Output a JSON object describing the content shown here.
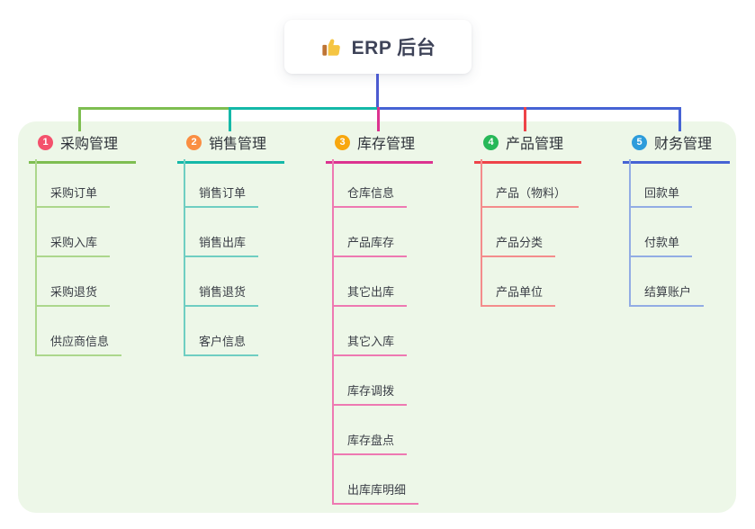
{
  "root": {
    "label": "ERP 后台",
    "icon": "thumbs-up-icon"
  },
  "colors": {
    "canvas_bg": "#ffffff",
    "panel_bg": "#EDF7E8",
    "card_bg": "#ffffff",
    "root_line": "#4C5BD0",
    "root_text": "#3E4358",
    "header_text": "#2F333A",
    "child_text": "#3A3E46",
    "badge_text": "#ffffff",
    "thumb_yellow": "#F5C543",
    "thumb_cuff": "#BE7434"
  },
  "branches": [
    {
      "badge": "1",
      "label": "采购管理",
      "badge_color": "#F4516C",
      "line_color": "#7EBE51",
      "child_line_color": "#ACD78C",
      "children": [
        "采购订单",
        "采购入库",
        "采购退货",
        "供应商信息"
      ]
    },
    {
      "badge": "2",
      "label": "销售管理",
      "badge_color": "#FA8E42",
      "line_color": "#14B8A8",
      "child_line_color": "#6FCEC2",
      "children": [
        "销售订单",
        "销售出库",
        "销售退货",
        "客户信息"
      ]
    },
    {
      "badge": "3",
      "label": "库存管理",
      "badge_color": "#F8A70E",
      "line_color": "#DC3390",
      "child_line_color": "#EE79B2",
      "children": [
        "仓库信息",
        "产品库存",
        "其它出库",
        "其它入库",
        "库存调拨",
        "库存盘点",
        "出库库明细"
      ]
    },
    {
      "badge": "4",
      "label": "产品管理",
      "badge_color": "#27B858",
      "line_color": "#EE4348",
      "child_line_color": "#F48C8C",
      "children": [
        "产品（物料）",
        "产品分类",
        "产品单位"
      ]
    },
    {
      "badge": "5",
      "label": "财务管理",
      "badge_color": "#2D9CDB",
      "line_color": "#4663D4",
      "child_line_color": "#92ACE4",
      "children": [
        "回款单",
        "付款单",
        "结算账户"
      ]
    }
  ]
}
